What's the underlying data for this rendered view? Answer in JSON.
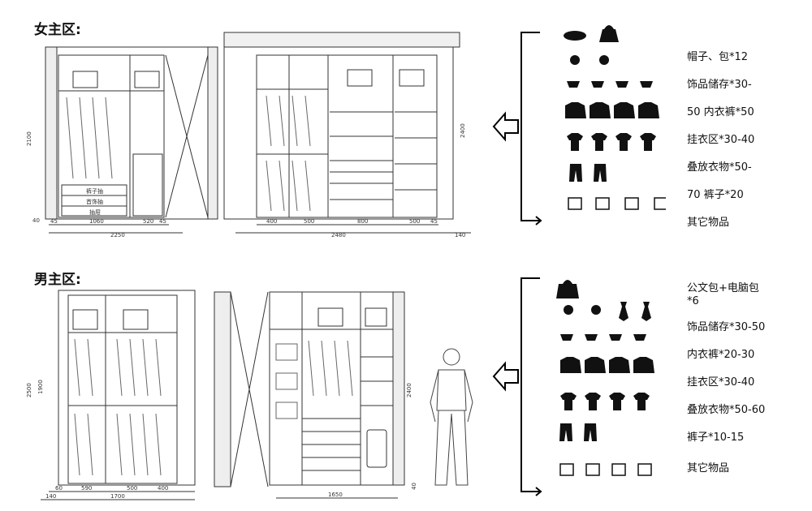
{
  "female": {
    "title": "女主区:",
    "left_dims": [
      "45",
      "1060",
      "520",
      "45",
      "2250"
    ],
    "right_dims": [
      "400",
      "500",
      "800",
      "500",
      "45",
      "2480",
      "140"
    ],
    "height_dims": [
      "2100",
      "40",
      "2400"
    ],
    "drawer_labels": [
      "裤子抽",
      "首饰抽",
      "抽屉"
    ],
    "legend": [
      "帽子、包*12",
      "饰品储存*30-",
      "50 内衣裤*50",
      "挂衣区*30-40",
      "叠放衣物*50-",
      "70 裤子*20",
      "其它物品"
    ]
  },
  "male": {
    "title": "男主区:",
    "left_dims": [
      "60",
      "590",
      "500",
      "400",
      "140",
      "1700"
    ],
    "right_dims": [
      "1650"
    ],
    "height_dims": [
      "2500",
      "1900",
      "40",
      "2400"
    ],
    "legend": [
      "公文包+电脑包",
      "*6",
      "饰品储存*30-50",
      "内衣裤*20-30",
      "挂衣区*30-40",
      "叠放衣物*50-60",
      "裤子*10-15",
      "其它物品"
    ]
  }
}
